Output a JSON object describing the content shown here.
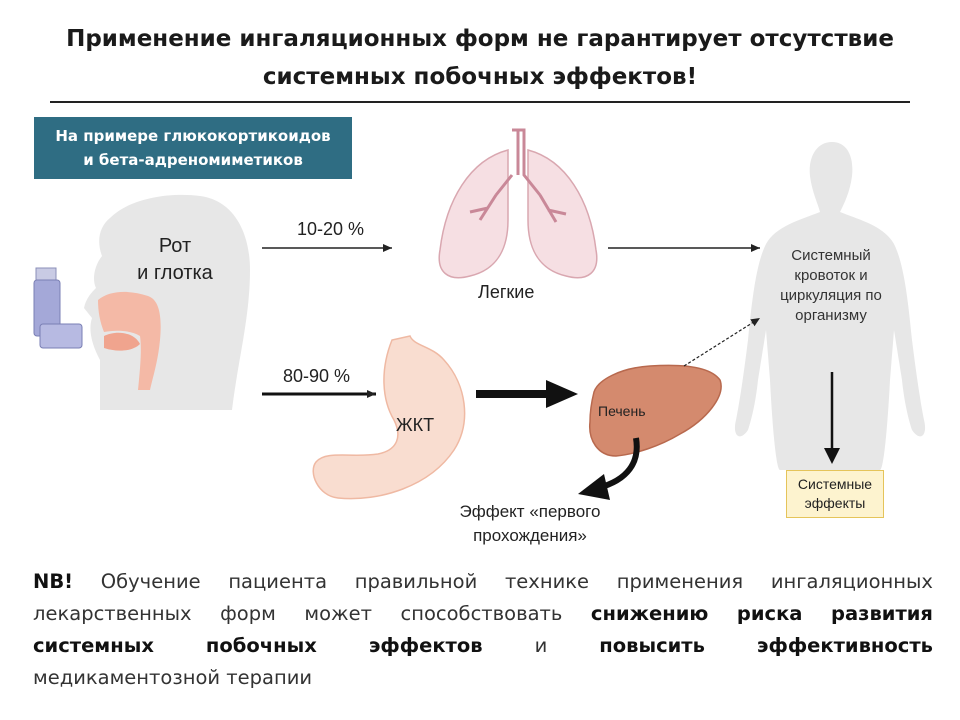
{
  "title": {
    "line1": "Применение ингаляционных форм не гарантирует отсутствие",
    "line2": "системных побочных эффектов!"
  },
  "note_box": {
    "line1": "На примере глюкокортикоидов",
    "line2": "и бета-адреномиметиков"
  },
  "diagram": {
    "mouth_line1": "Рот",
    "mouth_line2": "и глотка",
    "lungs_percent": "10-20 %",
    "lungs": "Легкие",
    "circulation_line1": "Системный",
    "circulation_line2": "кровоток и",
    "circulation_line3": "циркуляция по",
    "circulation_line4": "организму",
    "gi_percent": "80-90 %",
    "gi": "ЖКТ",
    "liver": "Печень",
    "first_pass_line1": "Эффект «первого",
    "first_pass_line2": "прохождения»",
    "systemic_effects_line1": "Системные",
    "systemic_effects_line2": "эффекты"
  },
  "nb": {
    "l1": [
      "NB!",
      "Обучение",
      "пациента",
      "правильной",
      "технике",
      "применения",
      "ингаляционных"
    ],
    "l2": [
      "лекарственных",
      "форм",
      "может",
      "способствовать",
      "снижению",
      "риска",
      "развития"
    ],
    "l3": [
      "системных",
      "побочных",
      "эффектов",
      "и",
      "повысить",
      "эффективность"
    ],
    "l4": "медикаментозной терапии"
  },
  "colors": {
    "box_teal": "#2f6d83",
    "silhouette_gray": "#e7e7e7",
    "lung_pink": "#f6dfe3",
    "stomach_peach": "#f9ddd0",
    "liver_brown": "#d48a6e",
    "effects_yellow": "#fdf3cf"
  }
}
